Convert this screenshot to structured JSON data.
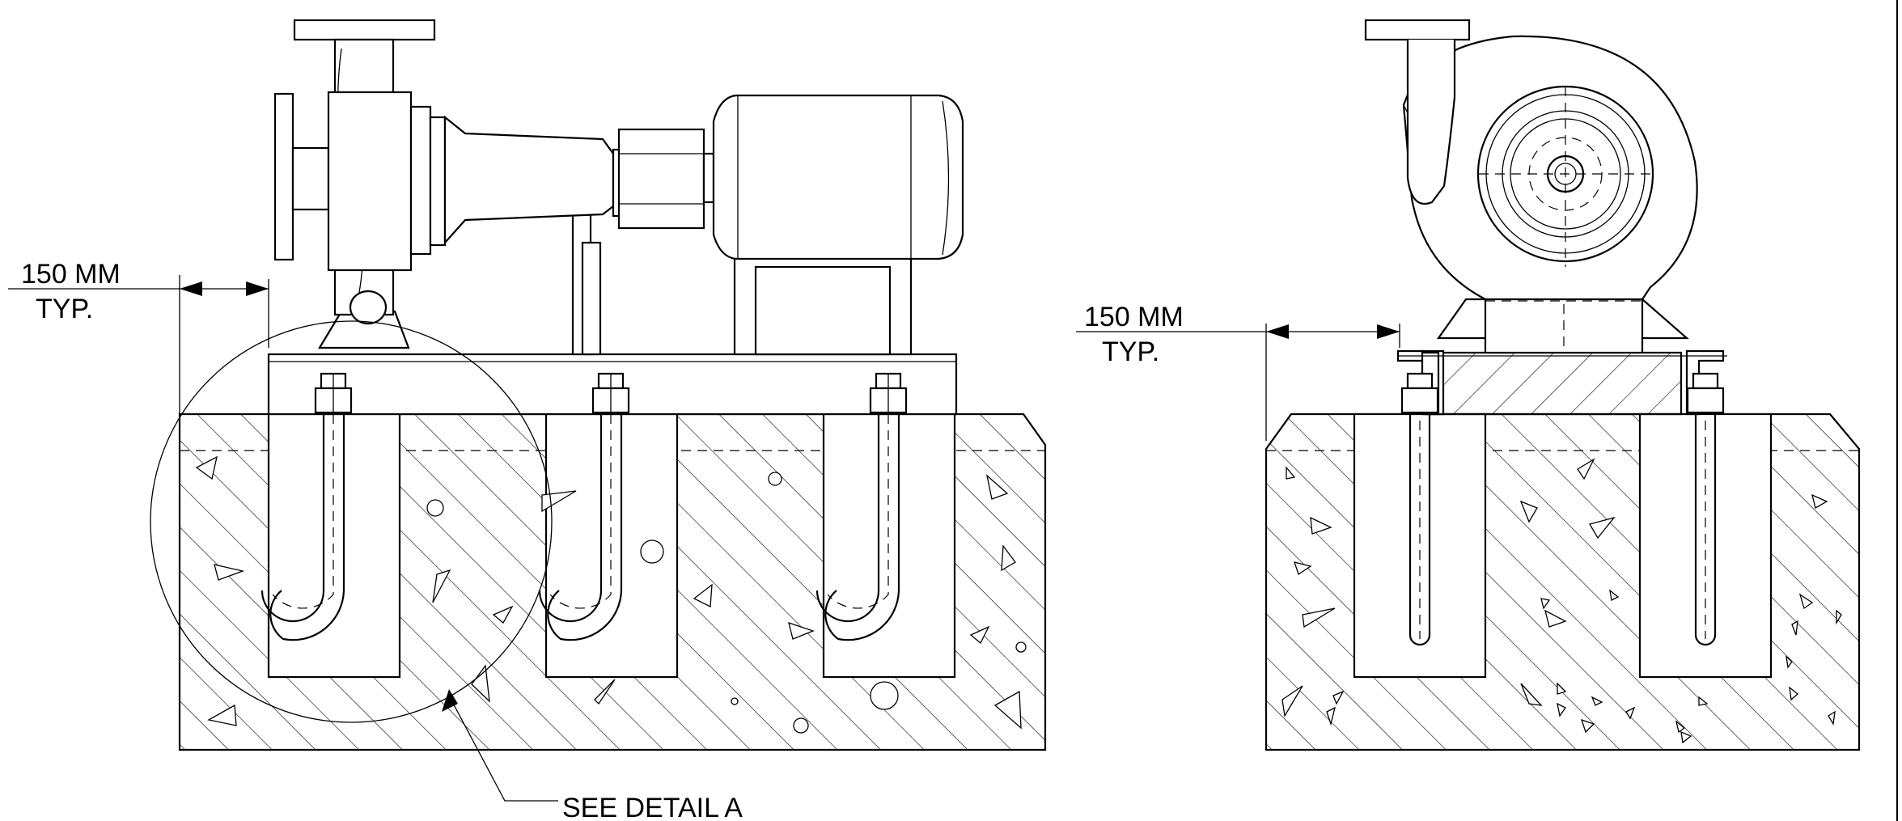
{
  "labels": {
    "left_dim_line1": "150 MM",
    "left_dim_line2": "TYP.",
    "right_dim_line1": "150 MM",
    "right_dim_line2": "TYP.",
    "detail_callout": "SEE DETAIL  A"
  }
}
